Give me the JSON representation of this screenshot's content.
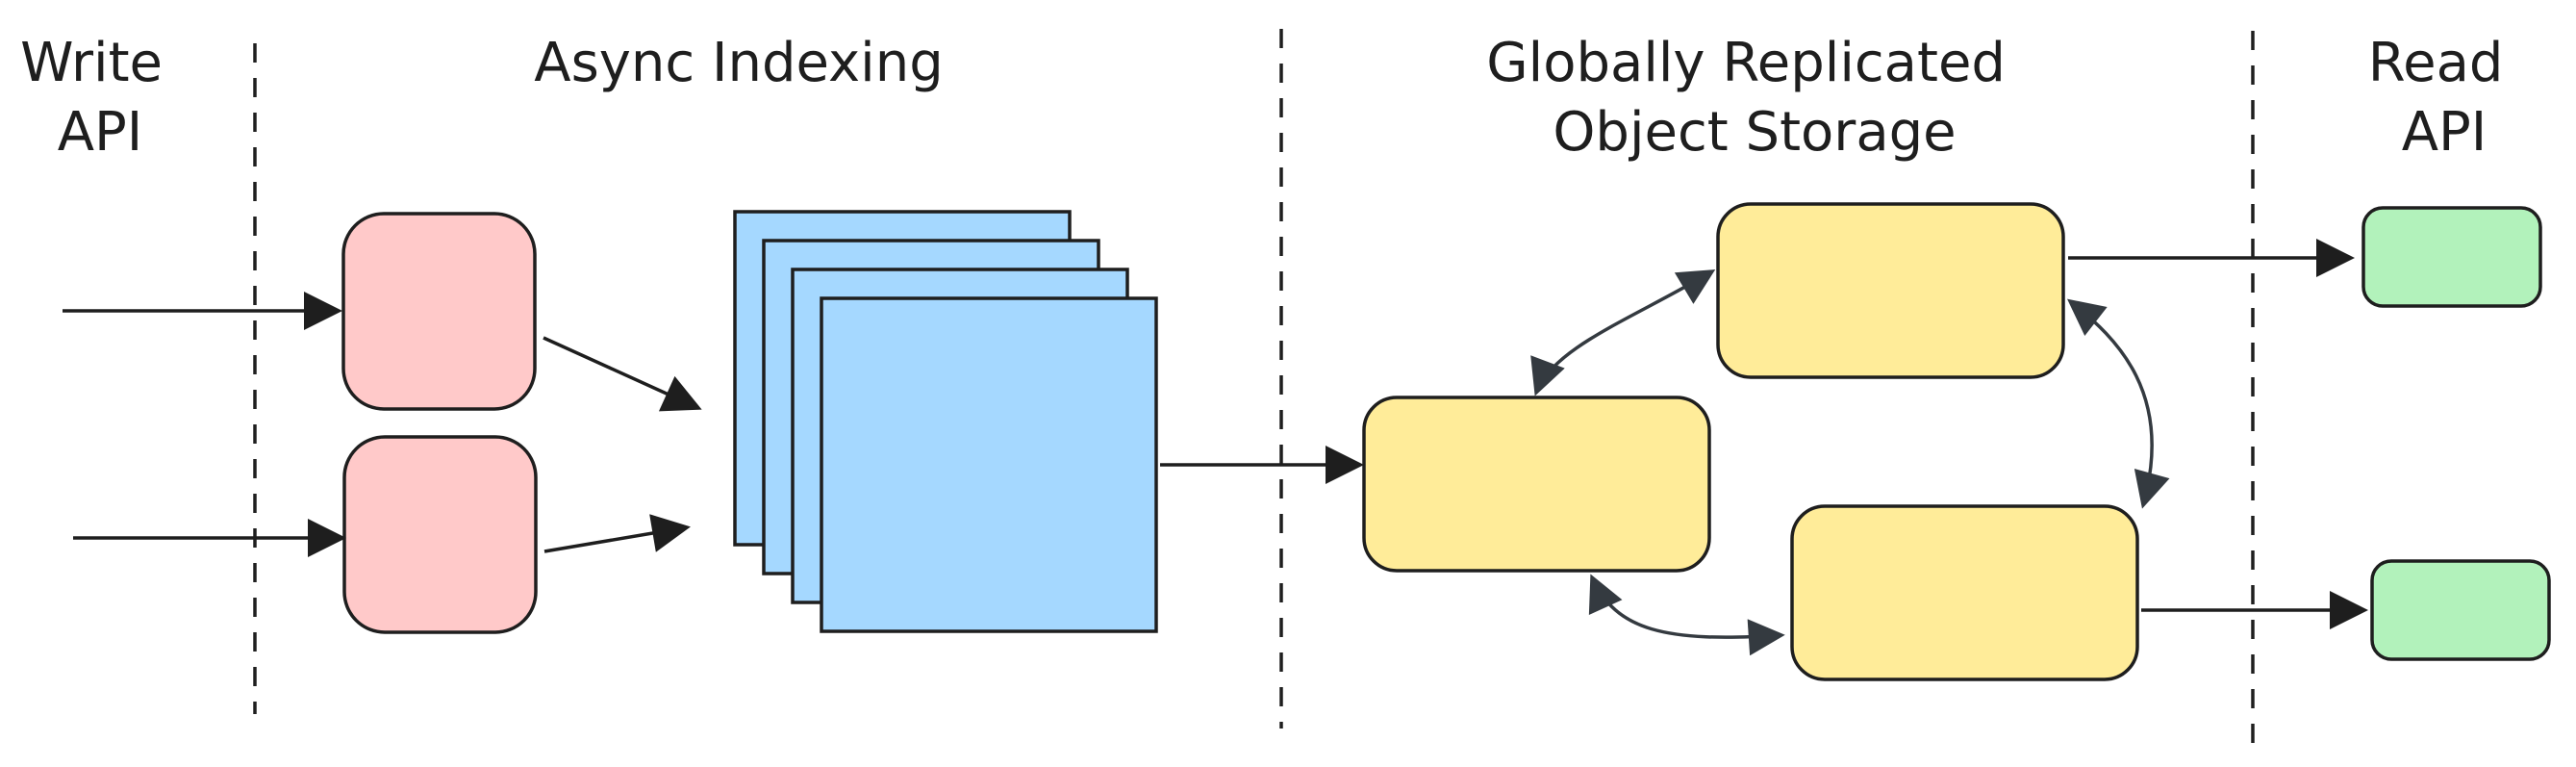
{
  "sections": {
    "write_api": [
      "Write",
      "API"
    ],
    "async_indexing": [
      "Async Indexing"
    ],
    "object_storage": [
      "Globally Replicated",
      "Object Storage"
    ],
    "read_api": [
      "Read",
      "API"
    ]
  },
  "colors": {
    "write_node": "#ffc9c9",
    "indexer_node": "#a5d8ff",
    "storage_node": "#ffec99",
    "read_node": "#b2f2bb",
    "stroke": "#1e1e1e",
    "curve_arrow": "#343a40"
  }
}
